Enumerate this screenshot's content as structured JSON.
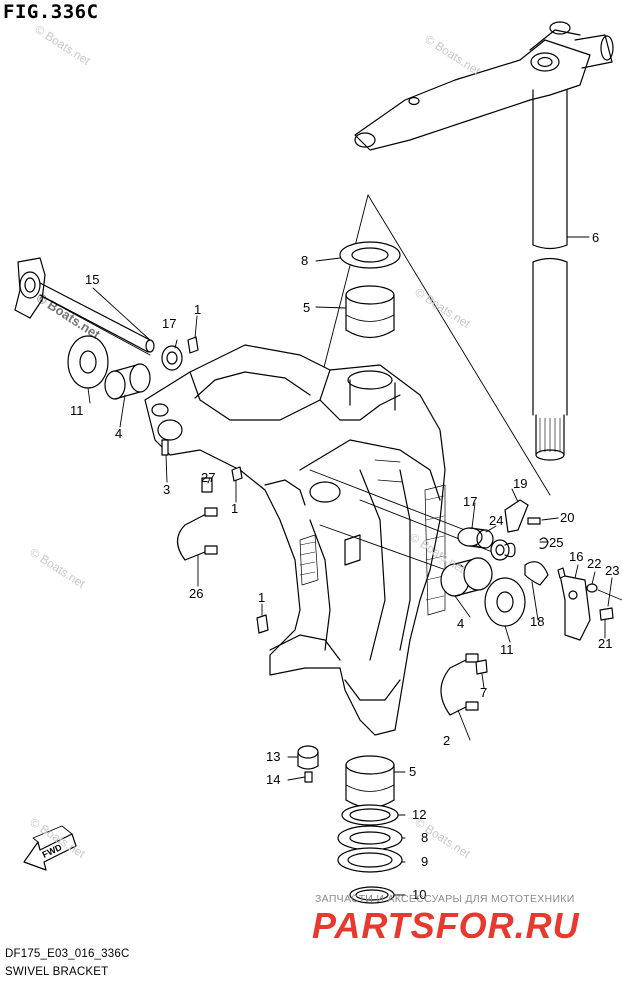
{
  "figure": {
    "title": "FIG.336C",
    "model_code": "DF175_E03_016_336C",
    "caption": "SWIVEL BRACKET"
  },
  "watermarks": [
    "© Boats.net"
  ],
  "shop": {
    "tagline": "ЗАПЧАСТИ И АКСЕССУАРЫ ДЛЯ МОТОТЕХНИКИ",
    "logo": "PARTSFOR.RU"
  },
  "fwd_label": "FWD",
  "callouts": [
    {
      "id": "c1a",
      "num": "1"
    },
    {
      "id": "c1b",
      "num": "1"
    },
    {
      "id": "c1c",
      "num": "1"
    },
    {
      "id": "c2a",
      "num": "2"
    },
    {
      "id": "c3a",
      "num": "3"
    },
    {
      "id": "c4a",
      "num": "4"
    },
    {
      "id": "c4b",
      "num": "4"
    },
    {
      "id": "c5a",
      "num": "5"
    },
    {
      "id": "c5b",
      "num": "5"
    },
    {
      "id": "c6a",
      "num": "6"
    },
    {
      "id": "c7a",
      "num": "7"
    },
    {
      "id": "c8a",
      "num": "8"
    },
    {
      "id": "c8b",
      "num": "8"
    },
    {
      "id": "c9a",
      "num": "9"
    },
    {
      "id": "c10a",
      "num": "10"
    },
    {
      "id": "c11a",
      "num": "11"
    },
    {
      "id": "c11b",
      "num": "11"
    },
    {
      "id": "c12a",
      "num": "12"
    },
    {
      "id": "c13a",
      "num": "13"
    },
    {
      "id": "c14a",
      "num": "14"
    },
    {
      "id": "c15a",
      "num": "15"
    },
    {
      "id": "c16a",
      "num": "16"
    },
    {
      "id": "c17a",
      "num": "17"
    },
    {
      "id": "c17b",
      "num": "17"
    },
    {
      "id": "c18a",
      "num": "18"
    },
    {
      "id": "c19a",
      "num": "19"
    },
    {
      "id": "c20a",
      "num": "20"
    },
    {
      "id": "c21a",
      "num": "21"
    },
    {
      "id": "c22a",
      "num": "22"
    },
    {
      "id": "c23a",
      "num": "23"
    },
    {
      "id": "c24a",
      "num": "24"
    },
    {
      "id": "c25a",
      "num": "25"
    },
    {
      "id": "c26a",
      "num": "26"
    },
    {
      "id": "c27a",
      "num": "27"
    }
  ]
}
